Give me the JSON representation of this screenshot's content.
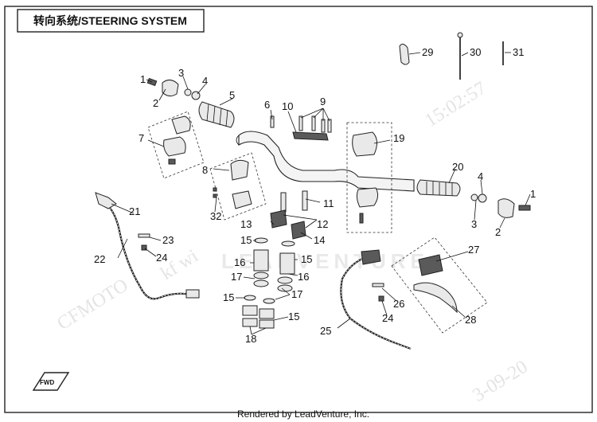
{
  "title": "转向系统/STEERING SYSTEM",
  "footer": "Rendered by LeadVenture, Inc.",
  "watermarks": {
    "brand": "LEADVENTURE",
    "cfmoto": "CFMOTO",
    "timestamp": "15:02:57",
    "date_fragment": "3-09-20",
    "user_fragment": "kf wi"
  },
  "fwd_label": "FWD",
  "callouts": [
    "1",
    "2",
    "3",
    "4",
    "5",
    "6",
    "7",
    "8",
    "9",
    "10",
    "11",
    "12",
    "13",
    "14",
    "15",
    "16",
    "17",
    "18",
    "19",
    "20",
    "21",
    "22",
    "23",
    "24",
    "25",
    "26",
    "27",
    "28",
    "29",
    "30",
    "31",
    "32"
  ],
  "colors": {
    "line": "#222222",
    "fill": "#e9e9e9",
    "watermark": "#cfcfcf"
  }
}
